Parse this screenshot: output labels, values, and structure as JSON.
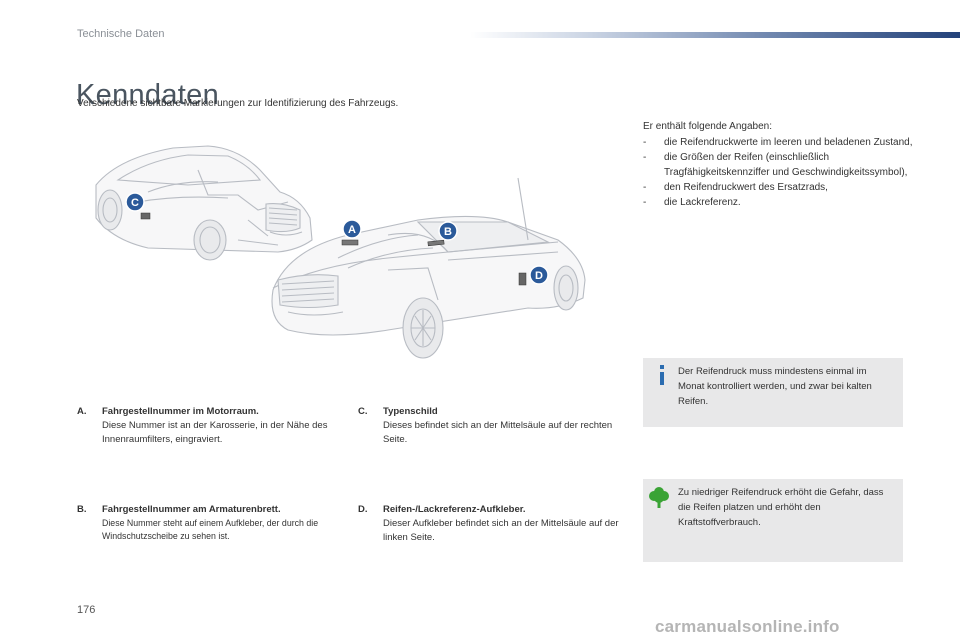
{
  "header": {
    "section": "Technische Daten"
  },
  "page": {
    "title": "Kenndaten",
    "subtitle": "Verschiedene sichtbare Markierungen zur Identifizierung des Fahrzeugs.",
    "number": "176",
    "watermark": "carmanualsonline.info"
  },
  "tire_info": {
    "intro": "Er enthält folgende Angaben:",
    "items": [
      {
        "bullet": "-",
        "text": "die Reifendruckwerte im leeren und beladenen Zustand,"
      },
      {
        "bullet": "-",
        "text": "die Größen der Reifen (einschließlich Tragfähigkeitskennziffer und Geschwindigkeitssymbol),"
      },
      {
        "bullet": "-",
        "text": "den Reifendruckwert des Ersatzrads,"
      },
      {
        "bullet": "-",
        "text": "die Lackreferenz."
      }
    ]
  },
  "markers": [
    {
      "letter": "A",
      "color": "#2b5a9a"
    },
    {
      "letter": "B",
      "color": "#2b5a9a"
    },
    {
      "letter": "C",
      "color": "#2b5a9a"
    },
    {
      "letter": "D",
      "color": "#2b5a9a"
    }
  ],
  "items": {
    "a": {
      "letter": "A.",
      "title": "Fahrgestellnummer im Motorraum.",
      "text": "Diese Nummer ist an der Karosserie, in der Nähe des Innenraumfilters, eingraviert."
    },
    "b": {
      "letter": "B.",
      "title": "Fahrgestellnummer am Armaturenbrett.",
      "text": "Diese Nummer steht auf einem Aufkleber, der durch die Windschutzscheibe zu sehen ist."
    },
    "c": {
      "letter": "C.",
      "title": "Typenschild",
      "text": "Dieses befindet sich an der Mittelsäule auf der rechten Seite."
    },
    "d": {
      "letter": "D.",
      "title": "Reifen-/Lackreferenz-Aufkleber.",
      "text": "Dieser Aufkleber befindet sich an der Mittelsäule auf der linken Seite."
    }
  },
  "notes": {
    "info": {
      "icon": "info-icon",
      "text": "Der Reifendruck muss mindestens einmal im Monat kontrolliert werden, und zwar bei kalten Reifen."
    },
    "eco": {
      "icon": "tree-icon",
      "text": "Zu niedriger Reifendruck erhöht die Gefahr, dass die Reifen platzen und erhöht den Kraftstoffverbrauch."
    }
  },
  "colors": {
    "accent": "#2b5a9a",
    "note_bg": "#e8e8e9",
    "eco_green": "#3aa335",
    "info_blue": "#2b6cb0"
  }
}
